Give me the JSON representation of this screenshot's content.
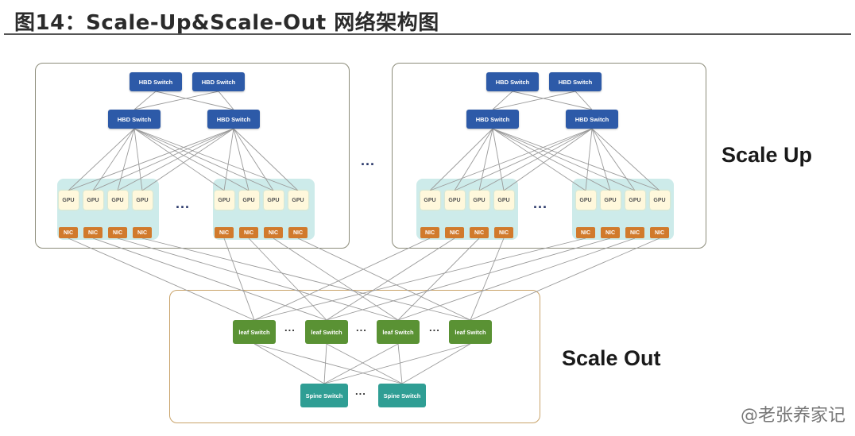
{
  "title": "图14：Scale-Up&Scale-Out 网络架构图",
  "labels": {
    "scale_up": "Scale Up",
    "scale_out": "Scale Out"
  },
  "nodes": {
    "hbd_switch": "HBD Switch",
    "gpu": "GPU",
    "nic": "NIC",
    "leaf_switch": "leaf Switch",
    "spine_switch": "Spine Switch"
  },
  "ellipsis": "...",
  "watermark": "@老张养家记"
}
